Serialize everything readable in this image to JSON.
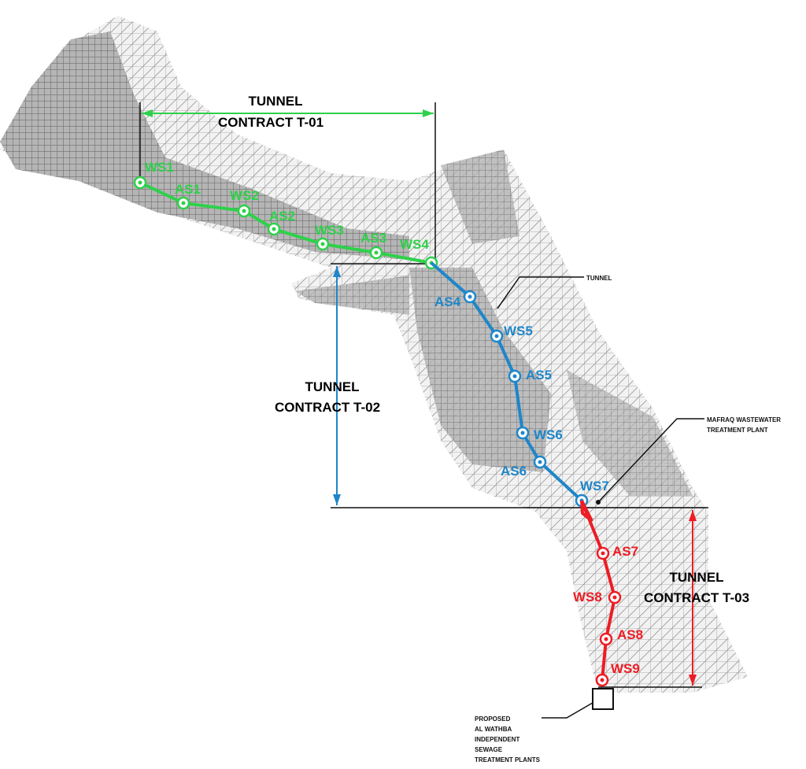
{
  "colors": {
    "t01": "#2ed14a",
    "t02": "#1f86c9",
    "t03": "#ee1c24",
    "land": "#8d8d8d",
    "ink": "#111111"
  },
  "contracts": [
    {
      "line1": "TUNNEL",
      "line2": "CONTRACT T-01"
    },
    {
      "line1": "TUNNEL",
      "line2": "CONTRACT T-02"
    },
    {
      "line1": "TUNNEL",
      "line2": "CONTRACT T-03"
    }
  ],
  "stations": {
    "t01": [
      "WS1",
      "AS1",
      "WS2",
      "AS2",
      "WS3",
      "AS3",
      "WS4"
    ],
    "t02": [
      "AS4",
      "WS5",
      "AS5",
      "WS6",
      "AS6",
      "WS7"
    ],
    "t03": [
      "AS7",
      "WS8",
      "AS8",
      "WS9"
    ]
  },
  "notes": {
    "tunnel": "TUNNEL",
    "mafraq": [
      "MAFRAQ WASTEWATER",
      "TREATMENT PLANT"
    ],
    "wathba": [
      "PROPOSED",
      "AL WATHBA",
      "INDEPENDENT",
      "SEWAGE",
      "TREATMENT PLANTS"
    ]
  }
}
